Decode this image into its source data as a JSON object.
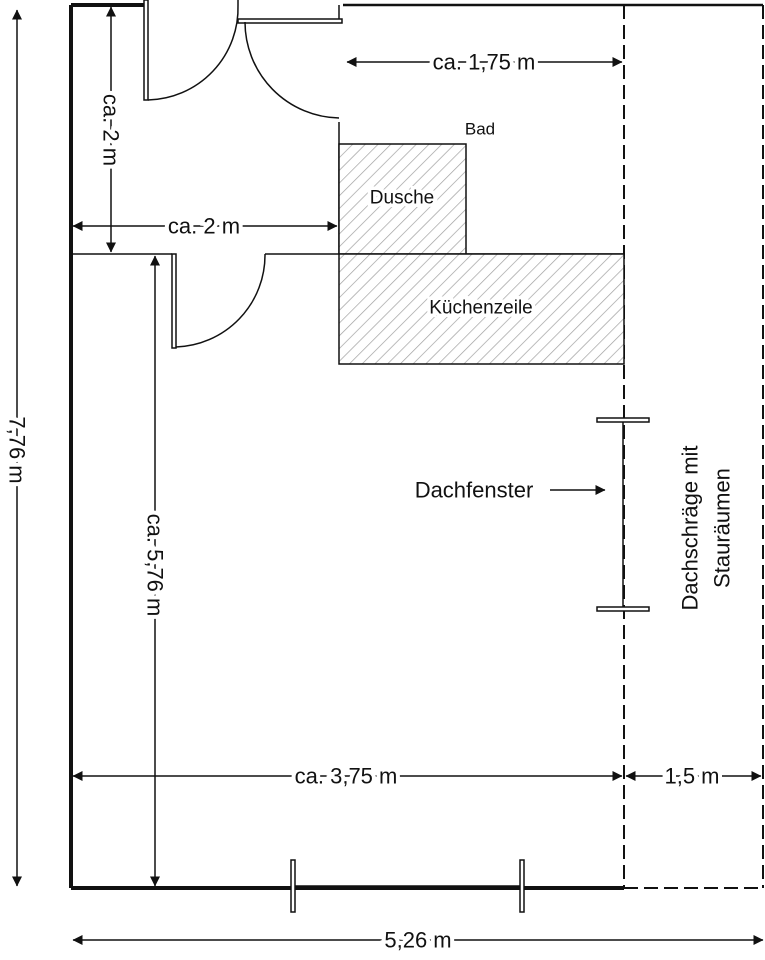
{
  "labels": {
    "bathroom": "Bad",
    "shower": "Dusche",
    "kitchenette": "Küchenzeile",
    "skylight": "Dachfenster",
    "eaves_line1": "Dachschräge mit",
    "eaves_line2": "Stauräumen"
  },
  "dimensions": {
    "total_height": "7,76 m",
    "total_width": "5,26 m",
    "bath_width": "ca. 1,75 m",
    "hall_height": "ca. 2 m",
    "hall_width": "ca. 2 m",
    "room_height": "ca. 5,76 m",
    "room_width": "ca. 3,75 m",
    "eaves_width": "1,5 m"
  },
  "colors": {
    "line": "#111111",
    "hatch": "#9a9a9a",
    "background": "#ffffff"
  }
}
